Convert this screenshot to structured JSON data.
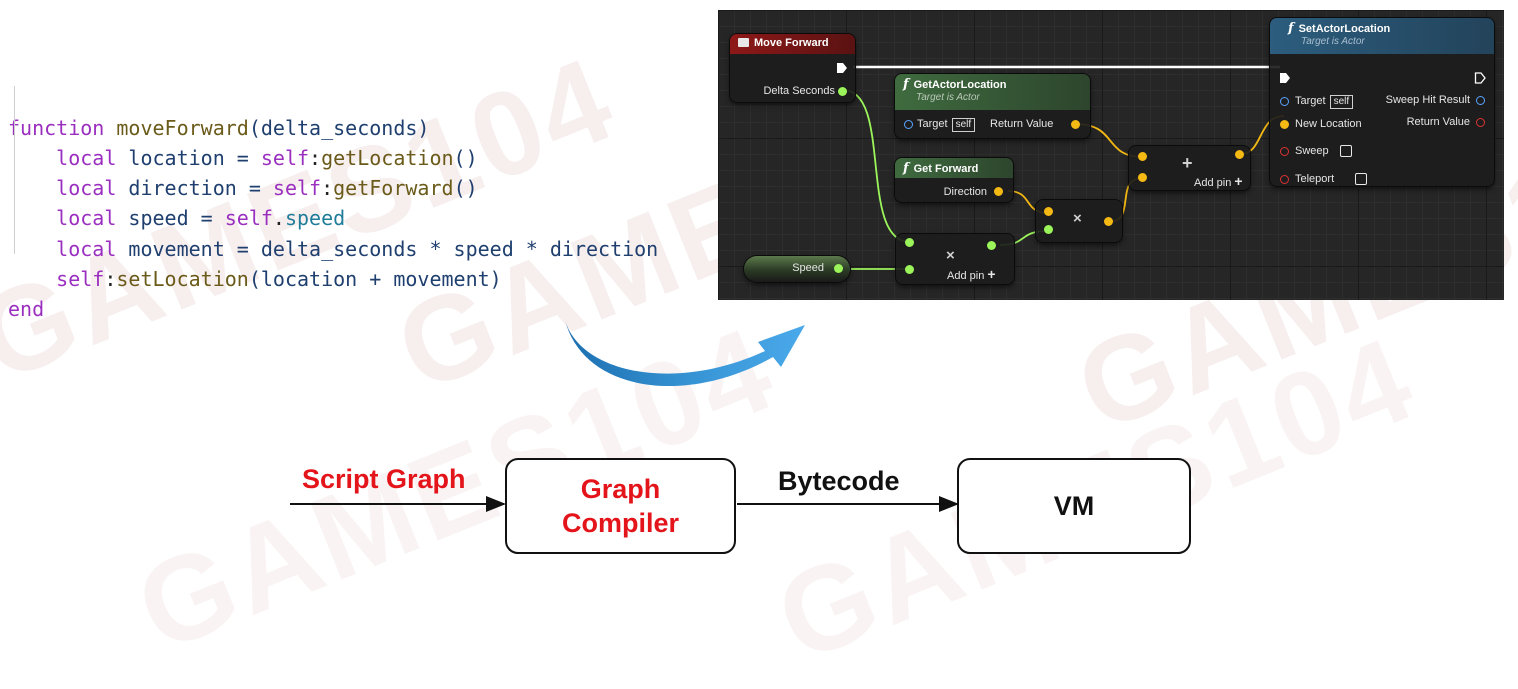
{
  "code": {
    "lines": [
      [
        {
          "t": "function ",
          "c": "kw"
        },
        {
          "t": "moveForward",
          "c": "fn"
        },
        {
          "t": "(delta_seconds)",
          "c": "id"
        }
      ],
      [
        {
          "t": "    local ",
          "c": "kw"
        },
        {
          "t": "location = ",
          "c": "id"
        },
        {
          "t": "self",
          "c": "kw"
        },
        {
          "t": ":",
          "c": "op"
        },
        {
          "t": "getLocation",
          "c": "fn"
        },
        {
          "t": "()",
          "c": "id"
        }
      ],
      [
        {
          "t": "    local ",
          "c": "kw"
        },
        {
          "t": "direction = ",
          "c": "id"
        },
        {
          "t": "self",
          "c": "kw"
        },
        {
          "t": ":",
          "c": "op"
        },
        {
          "t": "getForward",
          "c": "fn"
        },
        {
          "t": "()",
          "c": "id"
        }
      ],
      [
        {
          "t": "    local ",
          "c": "kw"
        },
        {
          "t": "speed = ",
          "c": "id"
        },
        {
          "t": "self",
          "c": "kw"
        },
        {
          "t": ".",
          "c": "op"
        },
        {
          "t": "speed",
          "c": "mem"
        }
      ],
      [
        {
          "t": "    local ",
          "c": "kw"
        },
        {
          "t": "movement = delta_seconds * speed * direction",
          "c": "id"
        }
      ],
      [
        {
          "t": "    self",
          "c": "kw"
        },
        {
          "t": ":",
          "c": "op"
        },
        {
          "t": "setLocation",
          "c": "fn"
        },
        {
          "t": "(location + movement)",
          "c": "id"
        }
      ],
      [
        {
          "t": "end",
          "c": "kw"
        }
      ]
    ]
  },
  "blueprint": {
    "move_forward": {
      "title": "Move Forward",
      "delta_label": "Delta Seconds"
    },
    "get_actor_location": {
      "title": "GetActorLocation",
      "subtitle": "Target is Actor",
      "target": "Target",
      "self": "self",
      "return": "Return Value"
    },
    "get_forward": {
      "title": "Get Forward",
      "direction": "Direction"
    },
    "speed": {
      "label": "Speed"
    },
    "multiply1": {
      "symbol": "×",
      "add_pin": "Add pin"
    },
    "multiply2": {
      "symbol": "×"
    },
    "add": {
      "symbol": "+",
      "add_pin": "Add pin"
    },
    "add_pin_plus": "+",
    "function_symbol": "f",
    "set_actor_location": {
      "title": "SetActorLocation",
      "subtitle": "Target is Actor",
      "target": "Target",
      "self": "self",
      "new_location": "New Location",
      "sweep": "Sweep",
      "teleport": "Teleport",
      "sweep_hit_result": "Sweep Hit Result",
      "return": "Return Value"
    },
    "colors": {
      "event_header": "#8e1818",
      "pure_header": "#3f6b3f",
      "impure_header": "#2c5d7e",
      "float_pin": "#9bf55a",
      "vector_pin": "#f5b914"
    }
  },
  "flow": {
    "input_label": "Script Graph",
    "compiler_label": [
      "Graph",
      "Compiler"
    ],
    "bytecode_label": "Bytecode",
    "vm_label": "VM",
    "colors": {
      "highlight": "#e4141b",
      "text": "#111111"
    }
  },
  "watermark": "GAMES104"
}
